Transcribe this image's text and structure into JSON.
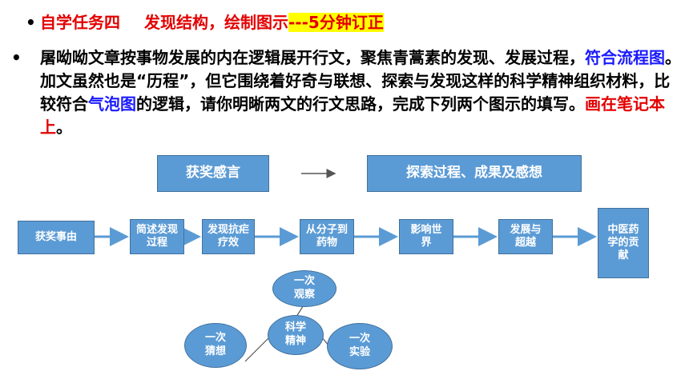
{
  "heading": {
    "title_a": "自学任务四",
    "title_b": "发现结构，绘制图示",
    "title_c": "---5分钟订正"
  },
  "paragraph": {
    "p1": "屠呦呦文章按事物发展的内在逻辑展开行文，聚焦青蒿素的发现、发展过程，",
    "p2": "符合流程图",
    "p3": "。加文虽然也是“历程”，但它围绕着好奇与联想、探索与发现这样的科学精神组织材料，比较符合",
    "p4": "气泡图",
    "p5": "的逻辑，请你明晰两文的行文思路，完成下列两个图示的填写。",
    "p6": "画在笔记本上",
    "p7": "。"
  },
  "legend": {
    "left": "获奖感言",
    "right": "探索过程、成果及感想"
  },
  "flow": [
    "获奖事由",
    "简述发现过程",
    "发现抗疟疗效",
    "从分子到药物",
    "影响世界",
    "发展与超越",
    "中医药学的贡献"
  ],
  "bubbles": {
    "center": "科学精神",
    "top": "一次观察",
    "left": "一次猜想",
    "right": "一次实验"
  },
  "colors": {
    "box_fill": "#5b9bd5",
    "box_border": "#41719c",
    "red": "#e30000",
    "blue": "#1a1aff",
    "highlight": "#ffff00"
  }
}
